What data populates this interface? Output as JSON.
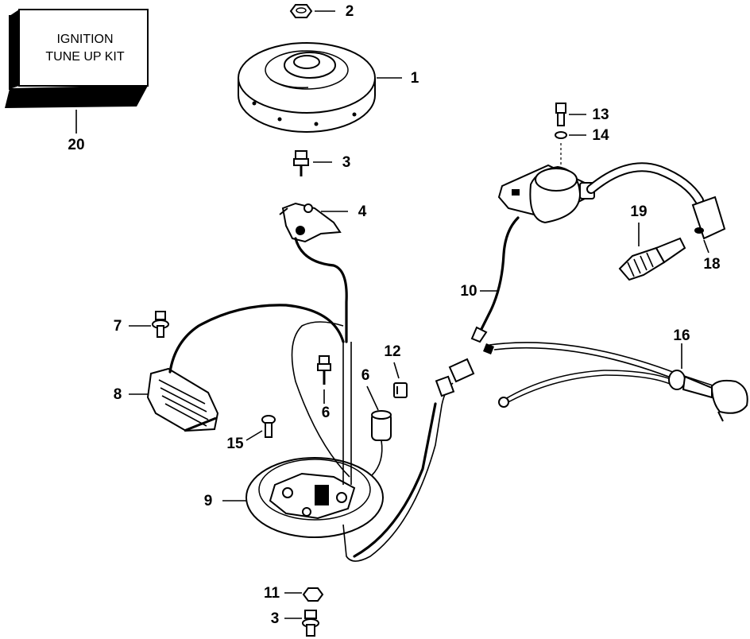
{
  "kit_box": {
    "line1": "IGNITION",
    "line2": "TUNE UP KIT"
  },
  "callouts": {
    "c1": "1",
    "c2": "2",
    "c3a": "3",
    "c3b": "3",
    "c4": "4",
    "c6a": "6",
    "c6b": "6",
    "c7": "7",
    "c8": "8",
    "c9": "9",
    "c10": "10",
    "c11": "11",
    "c12": "12",
    "c13": "13",
    "c14": "14",
    "c15": "15",
    "c16": "16",
    "c18": "18",
    "c19": "19",
    "c20": "20"
  }
}
